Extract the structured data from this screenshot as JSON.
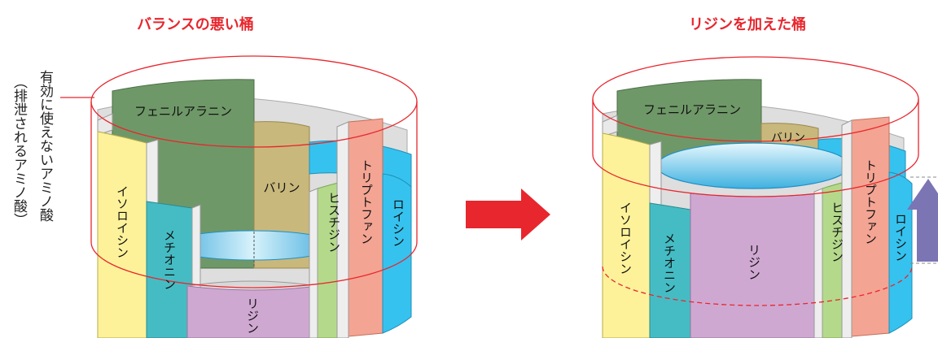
{
  "colors": {
    "title": "#e8262d",
    "outline": "#e8262d",
    "isoleucine": "#fdf29a",
    "methionine": "#45bcc4",
    "lysine": "#cfa8d2",
    "histidine": "#b4d98b",
    "tryptophan": "#f4a493",
    "leucine": "#36c2ee",
    "phenylalanine": "#6f9868",
    "valine": "#c9b87c",
    "water": "#8fd6f0",
    "arrow": "#e8262d",
    "up_arrow": "#7b75b4"
  },
  "left": {
    "title": "バランスの悪い桶",
    "caption_main": "有効に使えないアミノ酸",
    "caption_sub": "（排泄されるアミノ酸）",
    "staves": {
      "phenylalanine": "フェニルアラニン",
      "valine": "バリン",
      "isoleucine": "イソロイシン",
      "methionine": "メチオニン",
      "lysine": "リジン",
      "histidine": "ヒスチジン",
      "tryptophan": "トリプトファン",
      "leucine": "ロイシン"
    }
  },
  "right": {
    "title": "リジンを加えた桶",
    "staves": {
      "phenylalanine": "フェニルアラニン",
      "valine": "バリン",
      "isoleucine": "イソロイシン",
      "methionine": "メチオニン",
      "lysine": "リジン",
      "histidine": "ヒスチジン",
      "tryptophan": "トリプトファン",
      "leucine": "ロイシン"
    }
  },
  "arrow_icon": "right-arrow-icon",
  "up_arrow_icon": "up-arrow-icon"
}
